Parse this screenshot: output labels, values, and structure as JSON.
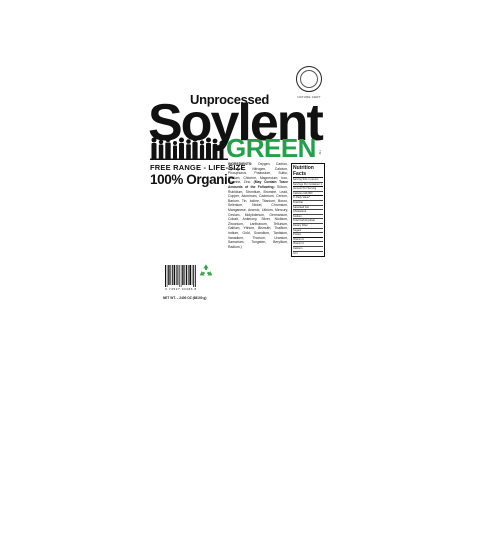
{
  "seal": {
    "icon": "organic-seal-icon",
    "caption": "NATURE CERT"
  },
  "product": {
    "kicker": "Unprocessed",
    "brand": "Soylent",
    "variant": "GREEN",
    "trademark": "TM",
    "tagline": "FREE RANGE - LIFE-SIZE",
    "claim": "100% Organic"
  },
  "colors": {
    "accent_green": "#22a04a",
    "ink": "#111111"
  },
  "ingredients": {
    "heading": "INGREDIENTS:",
    "body": "Oxygen, Carbon, Hydrogen, Nitrogen, Calcium, Phosphorus, Potassium, Sulfur, Sodium, Chlorine, Magnesium, Iron, Fluorine, Zinc.",
    "trace_heading": "(May Contain Trace Amounts of the Following:",
    "trace_body": "Silicon, Rubidium, Strontium, Bromine, Lead, Copper, Aluminum, Cadmium, Cerium, Barium, Tin, Iodine, Titanium, Boron, Selenium, Nickel, Chromium, Manganese, Arsenic, Lithium, Mercury, Cesium, Molybdenum, Germanium, Cobalt, Antimony, Silver, Niobium, Zirconium, Lanthanum, Tellurium, Gallium, Yttrium, Bismuth, Thallium, Indium, Gold, Scandium, Tantalum, Vanadium, Thorium, Uranium, Samarium, Tungsten, Beryllium, Radium.)"
  },
  "nutrition": {
    "title": "Nutrition Facts",
    "lines": [
      "Serving Size 1 person",
      "Servings Per Container 1",
      "Amount Per Serving",
      "Calories 110,000",
      "% Daily Value*",
      "Total Fat",
      "Saturated Fat",
      "Cholesterol",
      "Sodium",
      "Total Carbohydrate",
      "Dietary Fiber",
      "Sugars",
      "Protein",
      "Vitamin A",
      "Vitamin C",
      "Calcium",
      "Iron"
    ]
  },
  "packaging": {
    "barcode_number": "0 74527 03486 8",
    "recycle_icon": "recycle-icon",
    "net_weight": "NET WT. – 2400 OZ (68100 g)"
  }
}
